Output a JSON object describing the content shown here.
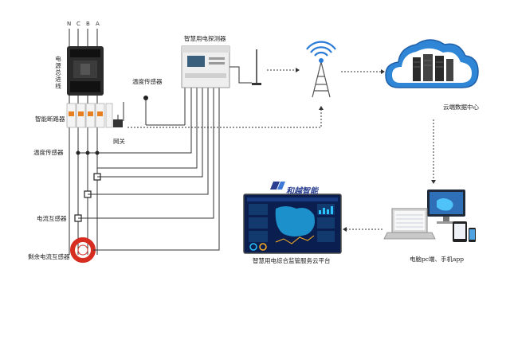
{
  "phases": [
    "N",
    "C",
    "B",
    "A"
  ],
  "labels": {
    "power_main_line": "电源总进线",
    "smart_breaker": "智能断路器",
    "temp_sensor_left": "温度传感器",
    "current_transformer": "电流互感器",
    "residual_current_transformer": "剩余电流互感器",
    "gateway": "网关",
    "temp_sensor_top": "温度传感器",
    "detector": "智慧用电探测器",
    "cloud_center": "云端数据中心",
    "pc_mobile": "电脑pc端、手机app",
    "platform": "智慧用电综合监管服务云平台",
    "brand": "和越智能"
  },
  "icons": {
    "breaker": "main-breaker-icon",
    "tower": "signal-tower-icon",
    "cloud": "cloud-server-icon",
    "devices": "pc-mobile-devices-icon"
  },
  "colors": {
    "wire": "#333333",
    "residual_ct": "#d62d20",
    "cloud_fill": "#2f86d6",
    "dashboard_bg": "#0a1f4f",
    "brand": "#2a3f8f"
  }
}
